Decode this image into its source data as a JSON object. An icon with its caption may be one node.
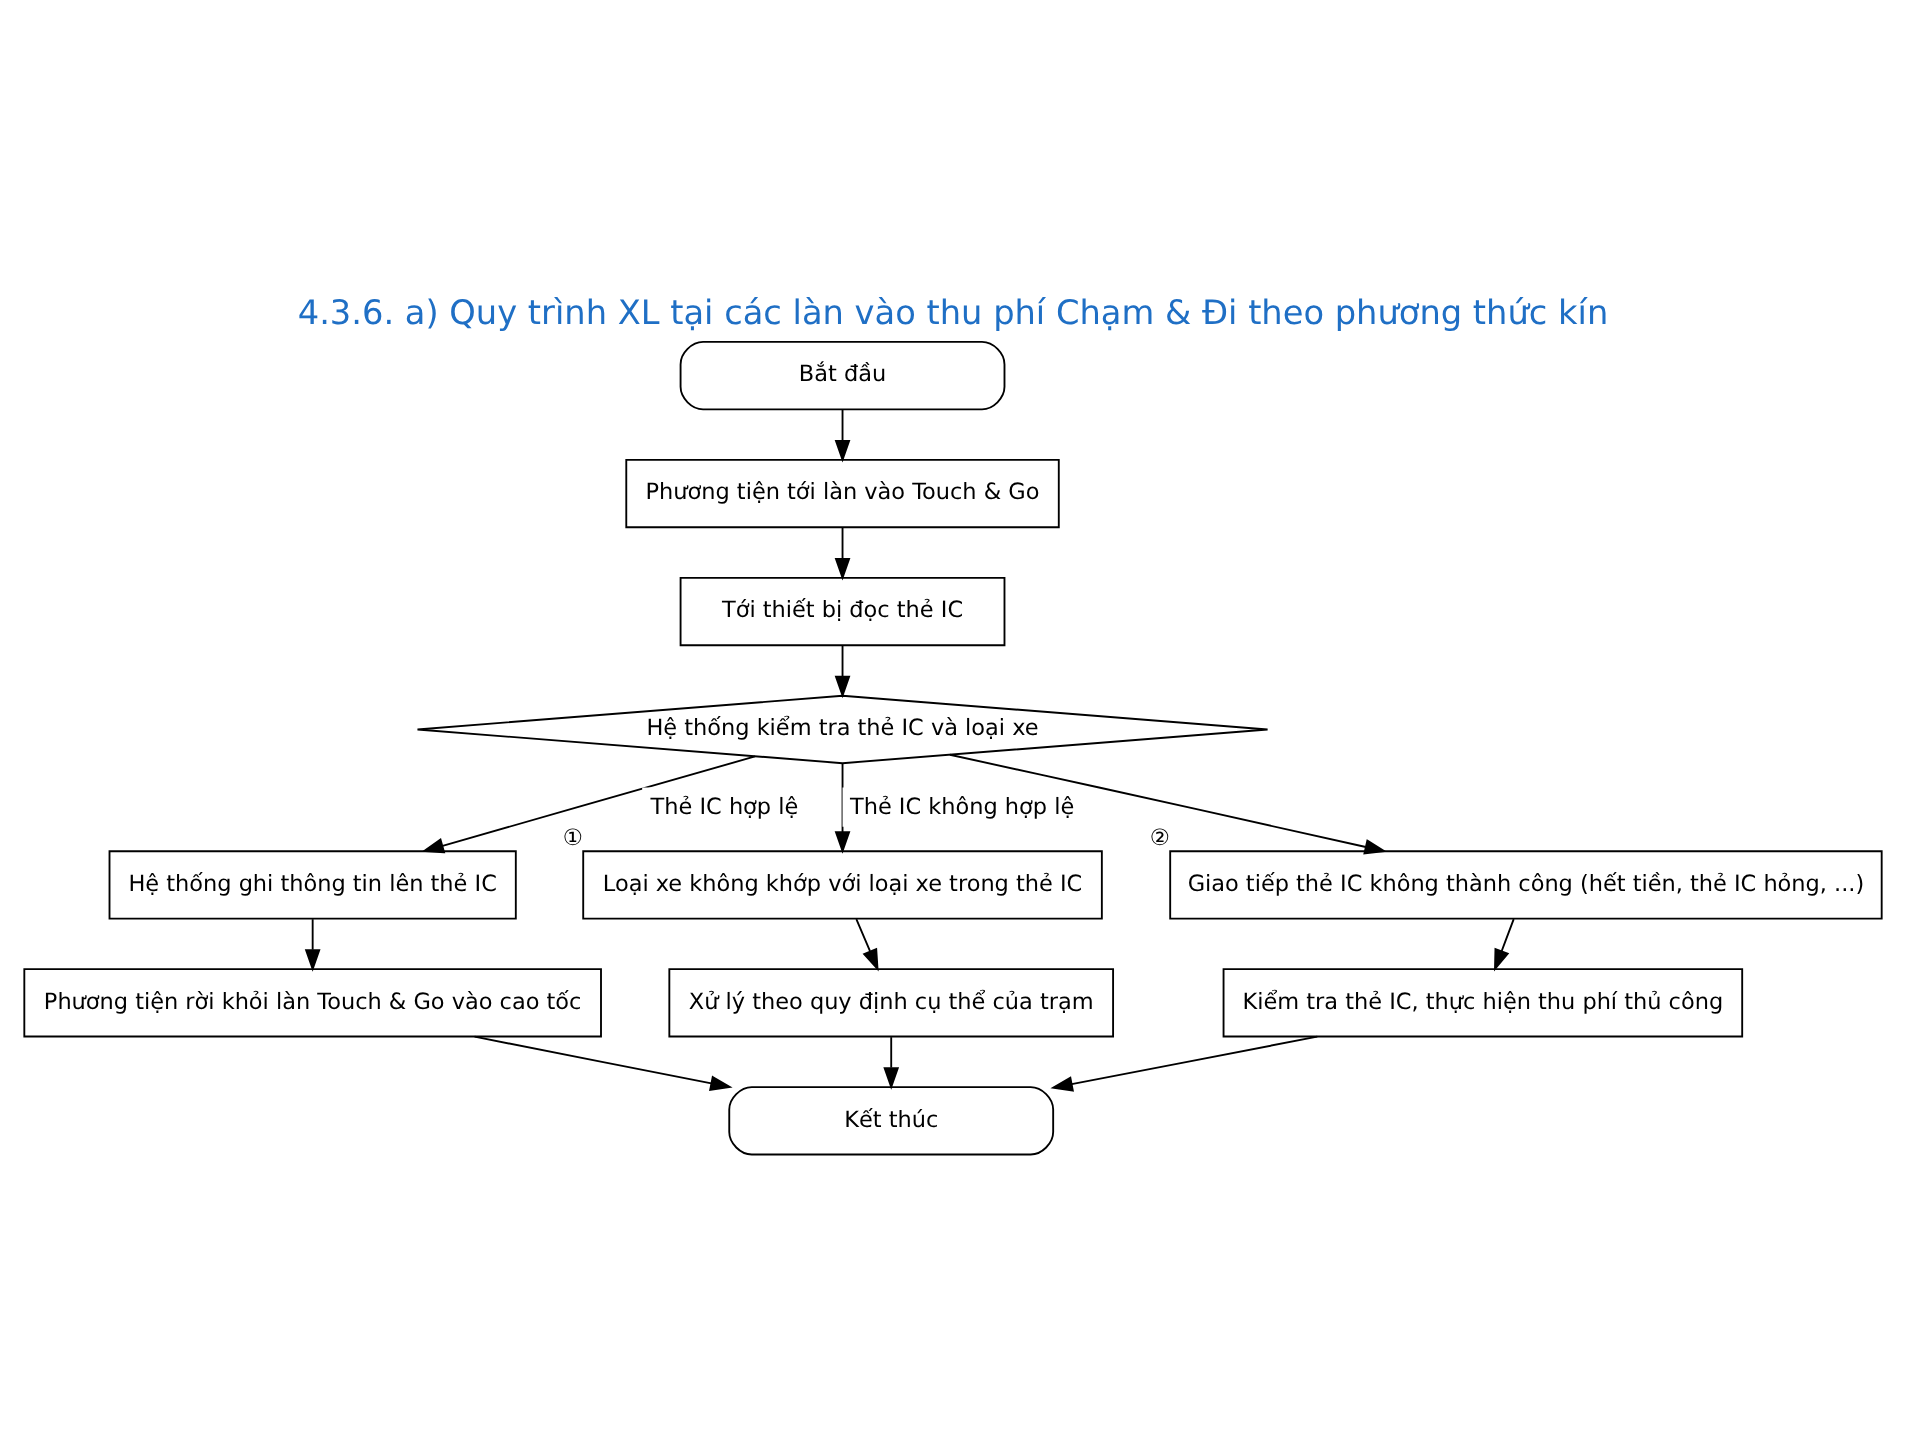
{
  "diagram": {
    "title": "4.3.6. a) Quy trình XL tại các làn vào thu phí Chạm & Đi theo phương thức kín",
    "nodes": [
      {
        "text": [
          "Bắt đầu"
        ]
      },
      {
        "text": [
          "Phương tiện tới làn vào Touch & Go"
        ]
      },
      {
        "text": [
          "Tới thiết bị đọc thẻ IC"
        ]
      },
      {
        "text": [
          "Hệ thống kiểm tra thẻ IC và loại xe"
        ]
      },
      {
        "text": [
          "Hệ thống ghi thông tin lên thẻ IC"
        ]
      },
      {
        "text": [
          "Phương tiện rời khỏi làn Touch & Go vào cao tốc"
        ]
      },
      {
        "text": [
          "Loại xe không khớp với loại xe trong thẻ IC"
        ],
        "beside": [
          "①"
        ]
      },
      {
        "text": [
          "Xử lý theo quy định cụ thể của trạm"
        ]
      },
      {
        "text": [
          "Giao tiếp thẻ IC không thành công (hết tiền, thẻ IC hỏng, ...)"
        ],
        "beside": [
          "②"
        ]
      },
      {
        "text": [
          "Kiểm tra thẻ IC, thực hiện thu phí thủ công"
        ]
      },
      {
        "text": [
          "Kết thúc"
        ]
      }
    ],
    "edges": [
      {
        "from": 0,
        "to": 1,
        "arrow": "to"
      },
      {
        "from": 1,
        "to": 2,
        "arrow": "to"
      },
      {
        "from": 2,
        "to": 3,
        "arrow": "to"
      },
      {
        "from": 3,
        "to": 4,
        "arrow": "to",
        "label": "Thẻ IC hợp lệ"
      },
      {
        "from": 4,
        "to": 5,
        "arrow": "to"
      },
      {
        "from": 5,
        "to": 10,
        "arrow": "to"
      },
      {
        "from": 3,
        "to": 6,
        "arrow": "to",
        "label": "Thẻ IC không hợp lệ"
      },
      {
        "from": 3,
        "to": 8,
        "arrow": "to"
      },
      {
        "from": 6,
        "to": 7,
        "arrow": "to"
      },
      {
        "from": 8,
        "to": 9,
        "arrow": "to"
      },
      {
        "from": 7,
        "to": 10,
        "arrow": "to"
      },
      {
        "from": 9,
        "to": 10,
        "arrow": "to"
      }
    ]
  }
}
